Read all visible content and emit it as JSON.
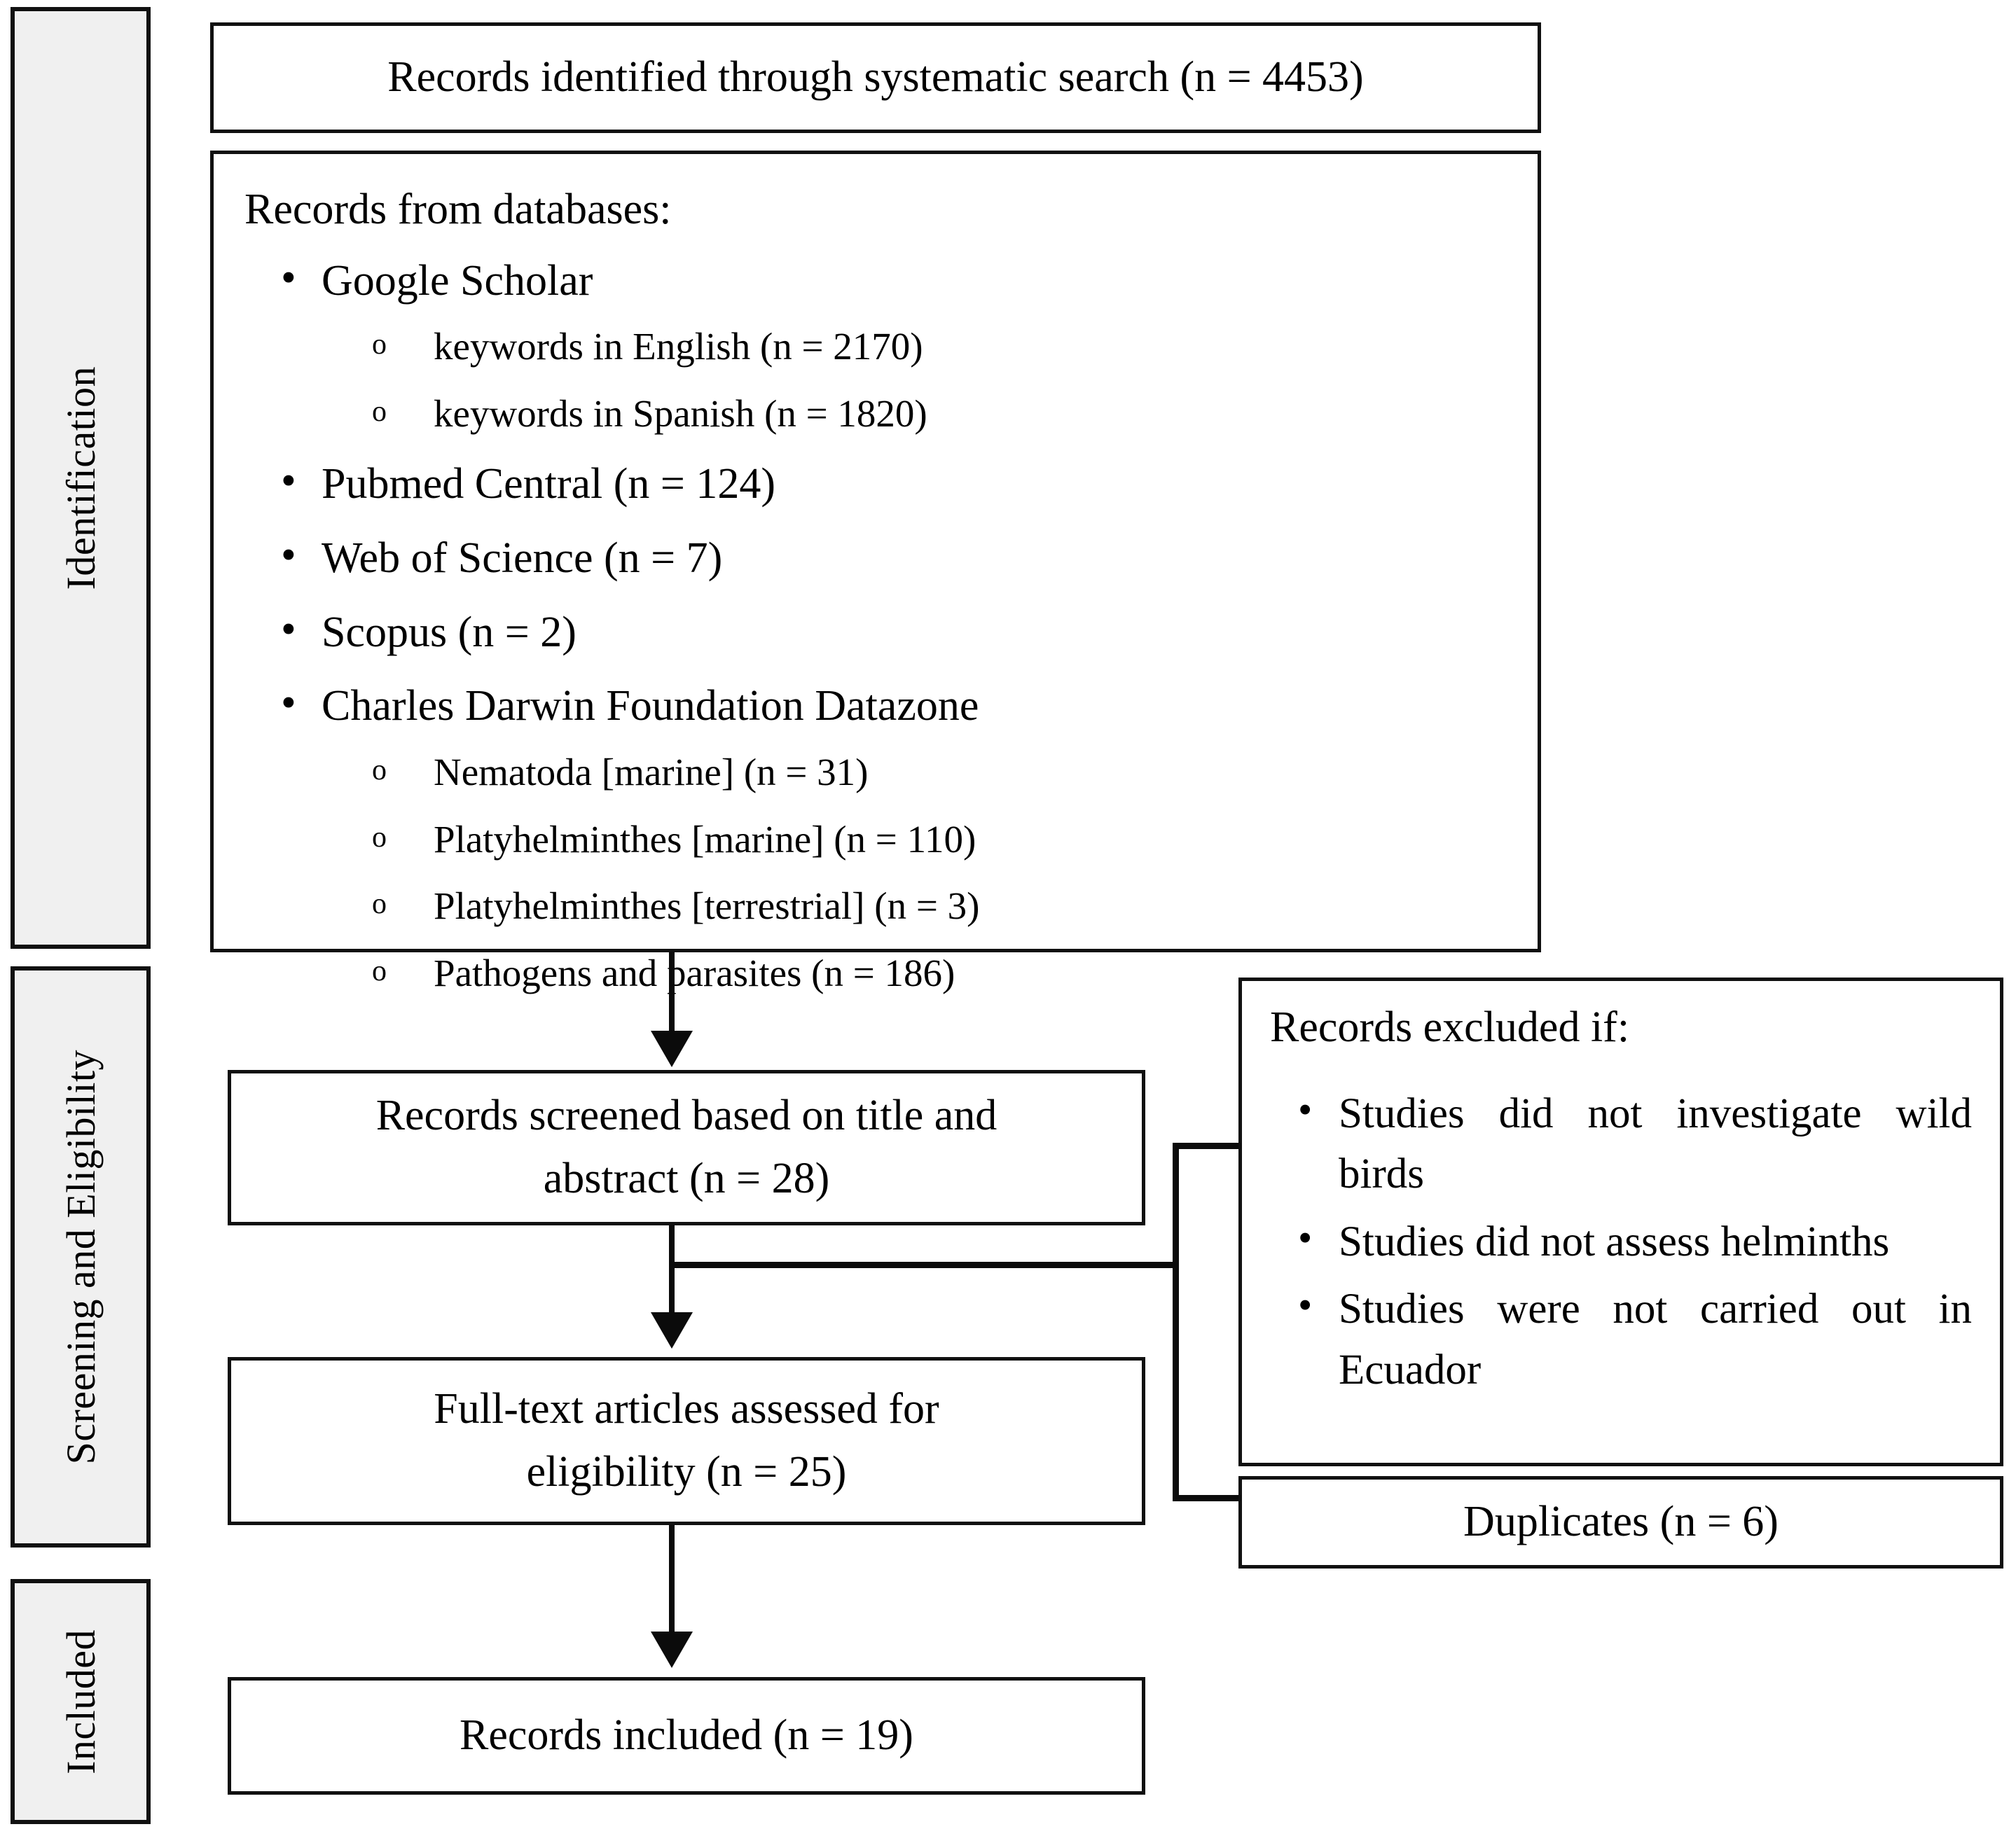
{
  "diagram": {
    "title": "PRISMA flow diagram of systematic search",
    "stages": [
      {
        "id": "identification",
        "label": "Identification"
      },
      {
        "id": "screening-eligibility",
        "label": "Screening and Eligibility"
      },
      {
        "id": "included",
        "label": "Included"
      }
    ],
    "boxes": {
      "identified": {
        "text": "Records identified through systematic search (n = 4453)"
      },
      "databases": {
        "title": "Records from databases:",
        "items": [
          {
            "label": "Google Scholar",
            "subitems": [
              "keywords in English (n = 2170)",
              "keywords in Spanish (n = 1820)"
            ]
          },
          {
            "label": "Pubmed Central (n = 124)",
            "subitems": []
          },
          {
            "label": "Web of Science (n = 7)",
            "subitems": []
          },
          {
            "label": "Scopus (n = 2)",
            "subitems": []
          },
          {
            "label": "Charles Darwin Foundation Datazone",
            "subitems": [
              "Nematoda [marine] (n = 31)",
              "Platyhelminthes [marine] (n = 110)",
              "Platyhelminthes [terrestrial] (n = 3)",
              "Pathogens and parasites (n = 186)"
            ]
          }
        ]
      },
      "screened": {
        "line1": "Records screened based on title and",
        "line2": "abstract (n = 28)"
      },
      "excluded": {
        "title": "Records excluded if:",
        "items": [
          "Studies did not investigate wild birds",
          "Studies did not assess helminths",
          "Studies were not carried out in Ecuador"
        ]
      },
      "fulltext": {
        "line1": "Full-text articles assessed for",
        "line2": "eligibility (n = 25)"
      },
      "duplicates": {
        "text": "Duplicates (n = 6)"
      },
      "included": {
        "text": "Records included (n = 19)"
      }
    },
    "colors": {
      "stroke": "#101010",
      "sidebar_fill": "#f0f0f0",
      "box_fill": "#ffffff",
      "background": "#ffffff"
    }
  }
}
